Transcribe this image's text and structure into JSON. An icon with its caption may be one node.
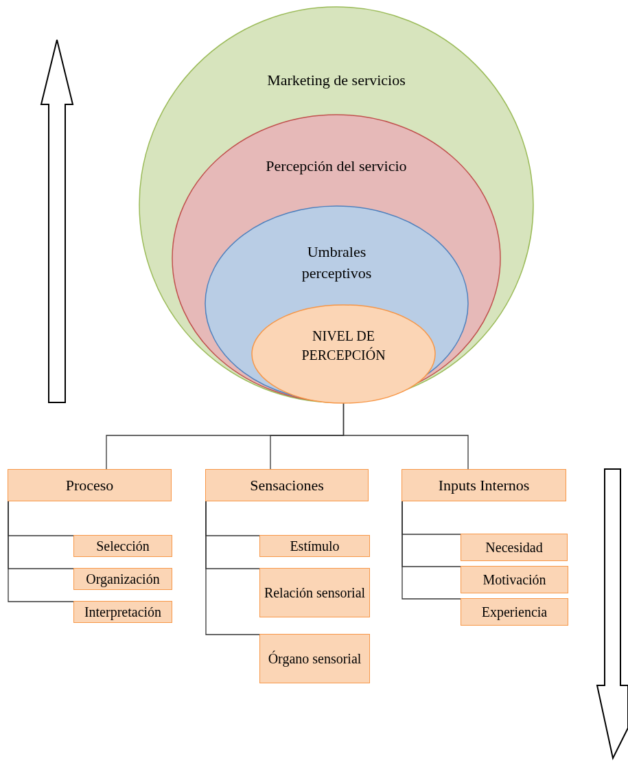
{
  "diagram": {
    "nodes": [
      {
        "text": [
          "Marketing de servicios"
        ]
      },
      {
        "text": [
          "Percepción del servicio"
        ],
        "in": 0
      },
      {
        "text": [
          "Umbrales perceptivos"
        ],
        "in": 1
      },
      {
        "text": [
          "NIVEL DE PERCEPCIÓN"
        ],
        "in": 2
      },
      {
        "text": [
          "Proceso"
        ]
      },
      {
        "text": [
          "Selección"
        ]
      },
      {
        "text": [
          "Organización"
        ]
      },
      {
        "text": [
          "Interpretación"
        ]
      },
      {
        "text": [
          "Sensaciones"
        ]
      },
      {
        "text": [
          "Estímulo"
        ]
      },
      {
        "text": [
          "Relación sensorial"
        ]
      },
      {
        "text": [
          "Órgano sensorial"
        ]
      },
      {
        "text": [
          "Inputs Internos"
        ]
      },
      {
        "text": [
          "Necesidad"
        ]
      },
      {
        "text": [
          "Motivación"
        ]
      },
      {
        "text": [
          "Experiencia"
        ]
      }
    ],
    "edges": [
      {
        "from": 3,
        "to": 4,
        "arrow": "none"
      },
      {
        "from": 3,
        "to": 8,
        "arrow": "none"
      },
      {
        "from": 3,
        "to": 12,
        "arrow": "none"
      },
      {
        "from": 4,
        "to": 5,
        "arrow": "none"
      },
      {
        "from": 4,
        "to": 6,
        "arrow": "none"
      },
      {
        "from": 4,
        "to": 7,
        "arrow": "none"
      },
      {
        "from": 8,
        "to": 9,
        "arrow": "none"
      },
      {
        "from": 8,
        "to": 10,
        "arrow": "none"
      },
      {
        "from": 8,
        "to": 11,
        "arrow": "none"
      },
      {
        "from": 12,
        "to": 13,
        "arrow": "none"
      },
      {
        "from": 12,
        "to": 14,
        "arrow": "none"
      },
      {
        "from": 12,
        "to": 15,
        "arrow": "none"
      }
    ]
  }
}
